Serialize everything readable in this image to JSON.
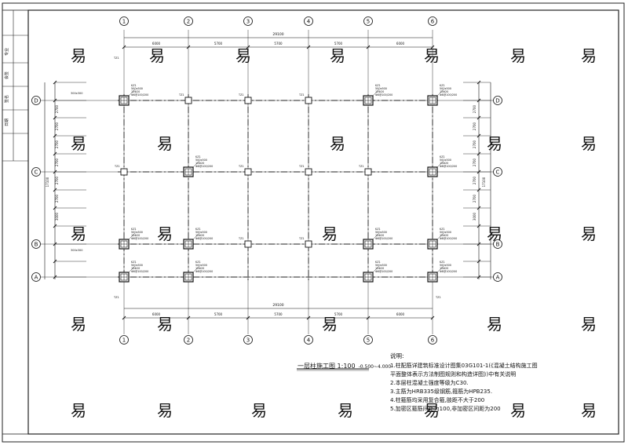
{
  "drawing": {
    "title": "一层柱施工图 1:100",
    "elevation": "-0.500~4.000",
    "grid_x_labels": [
      "1",
      "2",
      "3",
      "4",
      "5",
      "6"
    ],
    "grid_y_labels": [
      "D",
      "C",
      "B",
      "A"
    ],
    "top_dims": [
      "6000",
      "5700",
      "5700",
      "5700",
      "6000"
    ],
    "top_total": "29100",
    "bottom_dims": [
      "6000",
      "5700",
      "5700",
      "5700",
      "6000"
    ],
    "bottom_total": "29100",
    "left_dims": [
      "2700",
      "2700",
      "2700",
      "2700",
      "2700",
      "2700",
      "3000"
    ],
    "right_dims": [
      "2700",
      "2700",
      "2700",
      "2700",
      "2700",
      "2700",
      "3000"
    ],
    "left_total": "17100",
    "right_total": "17100",
    "title_block_cells": [
      "专业",
      "会签",
      "签名",
      "日期"
    ],
    "watermark": "易"
  },
  "columns": {
    "main_tag": "KZ1",
    "main_size": "500x500",
    "main_rebar": "12Φ20",
    "main_stirrup": "Φ8@100/200",
    "inner_tag": "KZ2",
    "tz_tag": "TZ1",
    "tz_size": "300x300"
  },
  "notes": {
    "heading": "说明:",
    "items": [
      "1.柱配筋详建筑标准设计图集03G101-1(《混凝土结构施工图",
      "  平面整体表示方法制图规则和构造详图》)中有关说明",
      "2.本层柱混凝土强度等级为C30.",
      "3.主筋为HRB335级钢筋,箍筋为HPB235.",
      "4.柱箍筋均采用复合箍,肢距不大于200",
      "5.加密区箍筋间距为100,非加密区间距为200"
    ]
  }
}
